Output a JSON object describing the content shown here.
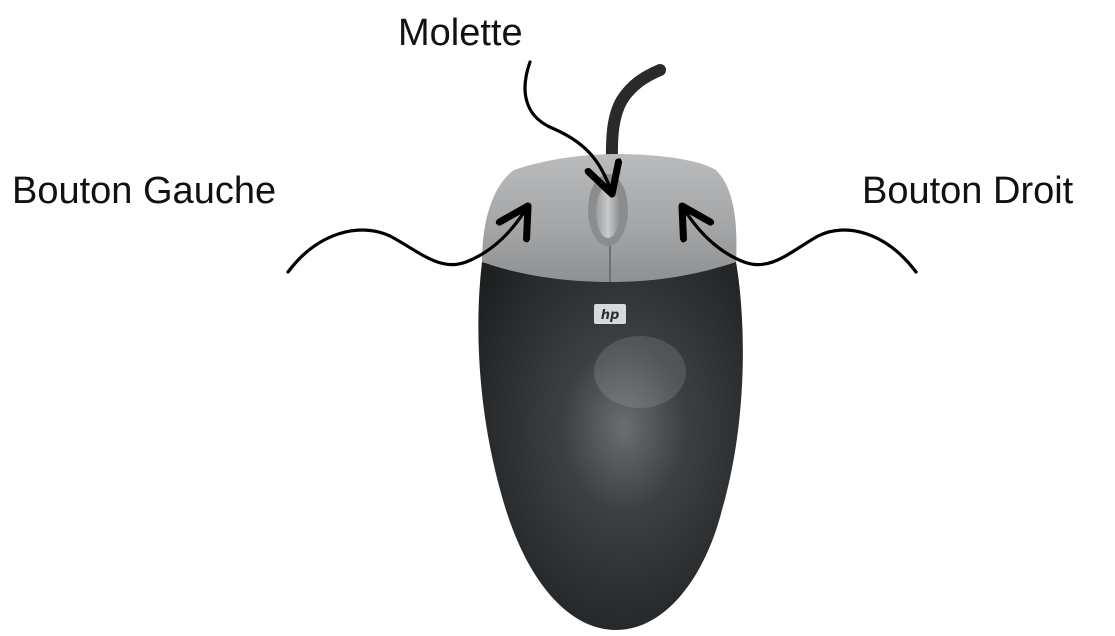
{
  "labels": {
    "wheel": "Molette",
    "left_button": "Bouton Gauche",
    "right_button": "Bouton Droit"
  },
  "logo": {
    "text": "hp"
  },
  "colors": {
    "background": "#ffffff",
    "mouse_body": "#2b2d2f",
    "mouse_buttons": "#a9abad",
    "cable": "#2a2a2a",
    "arrows": "#000000",
    "text": "#111111"
  }
}
